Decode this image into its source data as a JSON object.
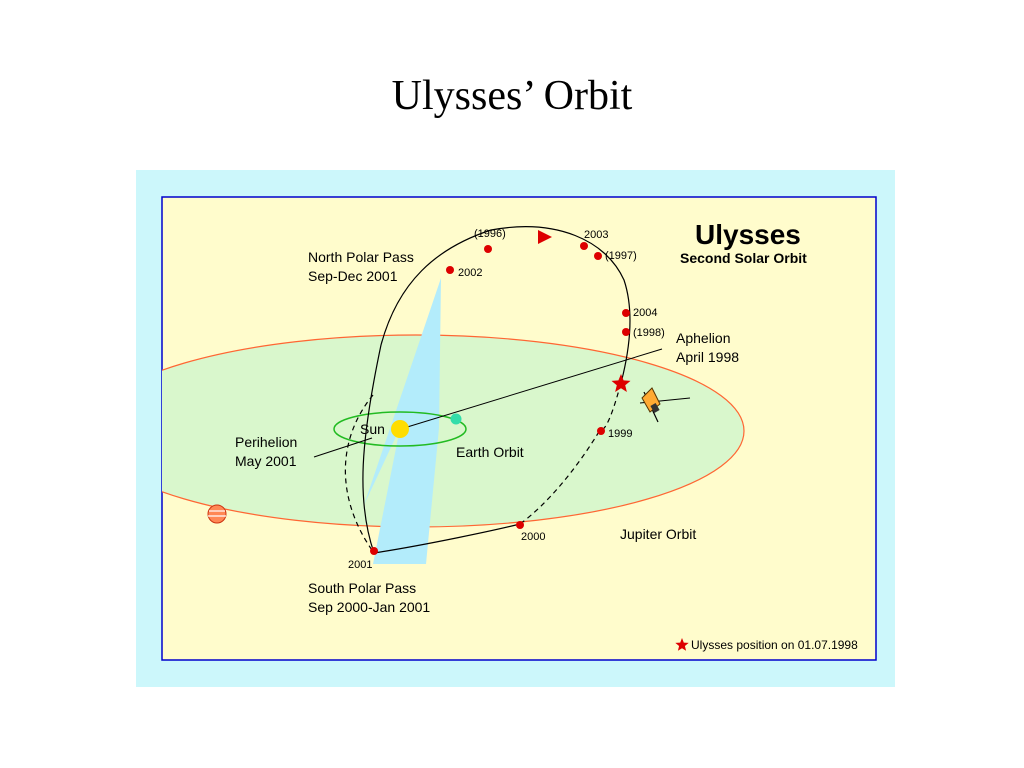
{
  "slide": {
    "title": "Ulysses’ Orbit"
  },
  "diagram": {
    "heading": "Ulysses",
    "subheading": "Second Solar Orbit",
    "labels": {
      "north_pass_1": "North Polar Pass",
      "north_pass_2": "Sep-Dec 2001",
      "south_pass_1": "South Polar Pass",
      "south_pass_2": "Sep 2000-Jan 2001",
      "perihelion_1": "Perihelion",
      "perihelion_2": "May 2001",
      "aphelion_1": "Aphelion",
      "aphelion_2": "April 1998",
      "sun": "Sun",
      "earth_orbit": "Earth Orbit",
      "jupiter_orbit": "Jupiter Orbit"
    },
    "years": {
      "y1996": "(1996)",
      "y1997": "(1997)",
      "y1998": "(1998)",
      "y1999": "1999",
      "y2000": "2000",
      "y2001": "2001",
      "y2002": "2002",
      "y2003": "2003",
      "y2004": "2004"
    },
    "legend_note": "Ulysses position on 01.07.1998",
    "colors": {
      "frame": "#ccf7fb",
      "panel": "#fffccc",
      "panel_border": "#0000cc",
      "jupiter_orbit_fill": "#d9f7cc",
      "jupiter_orbit_line": "#ff6633",
      "earth_orbit": "#22bb22",
      "sun": "#ffdd00",
      "earth": "#33ddaa",
      "cone": "#b3ecfb",
      "marker": "#dd0000"
    },
    "icons": [
      "star-icon",
      "spacecraft-icon",
      "jupiter-icon",
      "direction-arrow-icon"
    ]
  }
}
